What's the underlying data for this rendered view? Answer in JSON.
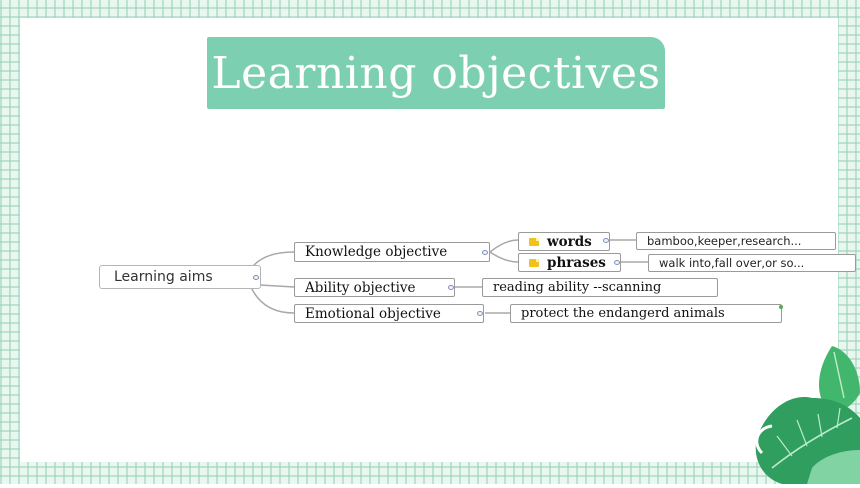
{
  "title": "Learning objectives",
  "mindmap": {
    "root": "Learning aims",
    "branches": [
      {
        "label": "Knowledge objective",
        "children": [
          {
            "label": "words",
            "icon": "note-icon",
            "detail": "bamboo,keeper,research..."
          },
          {
            "label": "phrases",
            "icon": "note-icon",
            "detail": "walk into,fall over,or so..."
          }
        ]
      },
      {
        "label": "Ability objective",
        "detail": "reading ability --scanning"
      },
      {
        "label": "Emotional objective",
        "detail": "protect the endangerd animals"
      }
    ]
  },
  "colors": {
    "title_bg": "#7dcfb1",
    "grid": "#96d2b9",
    "leaf_green": "#2f9e5e",
    "leaf_light": "#8fdcb0"
  }
}
